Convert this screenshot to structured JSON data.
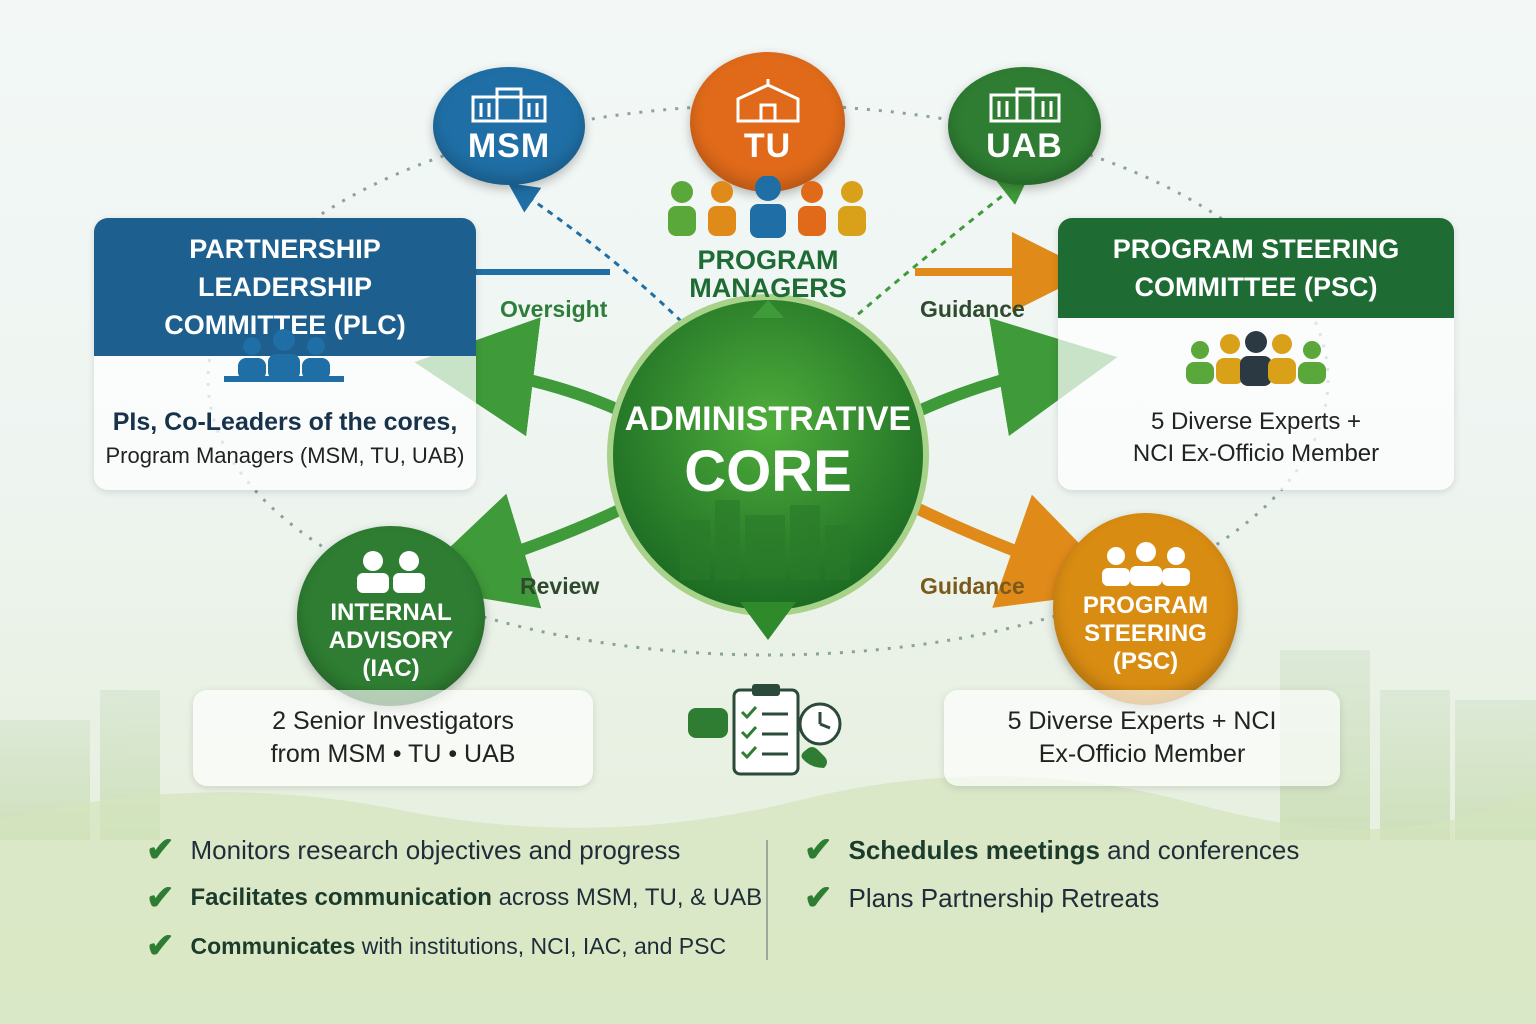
{
  "institutions": {
    "msm": {
      "label": "MSM",
      "color": "#1f6fa6"
    },
    "tu": {
      "label": "TU",
      "color": "#e06a1a"
    },
    "uab": {
      "label": "UAB",
      "color": "#2e7d32"
    }
  },
  "program_managers": {
    "line1": "PROGRAM",
    "line2": "MANAGERS"
  },
  "core": {
    "line1": "ADMINISTRATIVE",
    "line2": "CORE",
    "color": "#2e7d32"
  },
  "plc": {
    "title_line1": "PARTNERSHIP LEADERSHIP",
    "title_line2": "COMMITTEE (PLC)",
    "desc_line1": "PIs, Co-Leaders of the cores,",
    "desc_line2": "Program Managers (MSM, TU, UAB)",
    "color": "#1d5f8e"
  },
  "psc_top": {
    "title_line1": "PROGRAM STEERING",
    "title_line2": "COMMITTEE (PSC)",
    "desc_line1": "5 Diverse Experts +",
    "desc_line2": "NCI Ex-Officio Member",
    "color": "#1e6b34"
  },
  "iac": {
    "line1": "INTERNAL",
    "line2": "ADVISORY",
    "line3": "(IAC)",
    "desc_line1": "2 Senior Investigators",
    "desc_line2": "from MSM • TU • UAB",
    "color": "#2e7d32"
  },
  "psc_bottom": {
    "line1": "PROGRAM",
    "line2": "STEERING",
    "line3": "(PSC)",
    "desc_line1": "5 Diverse Experts + NCI",
    "desc_line2": "Ex-Officio Member",
    "color": "#d98c12"
  },
  "edges": {
    "oversight": "Oversight",
    "guidance_top": "Guidance",
    "review": "Review",
    "guidance_bottom": "Guidance"
  },
  "icons": [
    "building-icon",
    "people-group-icon",
    "clipboard-checklist-icon",
    "chat-icon",
    "clock-icon",
    "phone-icon"
  ],
  "checklist_left": [
    {
      "bold": "",
      "text": "Monitors research objectives and progress"
    },
    {
      "bold": "Facilitates communication",
      "text": " across MSM, TU, & UAB"
    },
    {
      "bold": "Communicates",
      "text": " with institutions, NCI, IAC, and PSC"
    }
  ],
  "checklist_right": [
    {
      "bold": "Schedules meetings",
      "text": " and conferences"
    },
    {
      "bold": "",
      "text": "Plans Partnership Retreats"
    }
  ]
}
